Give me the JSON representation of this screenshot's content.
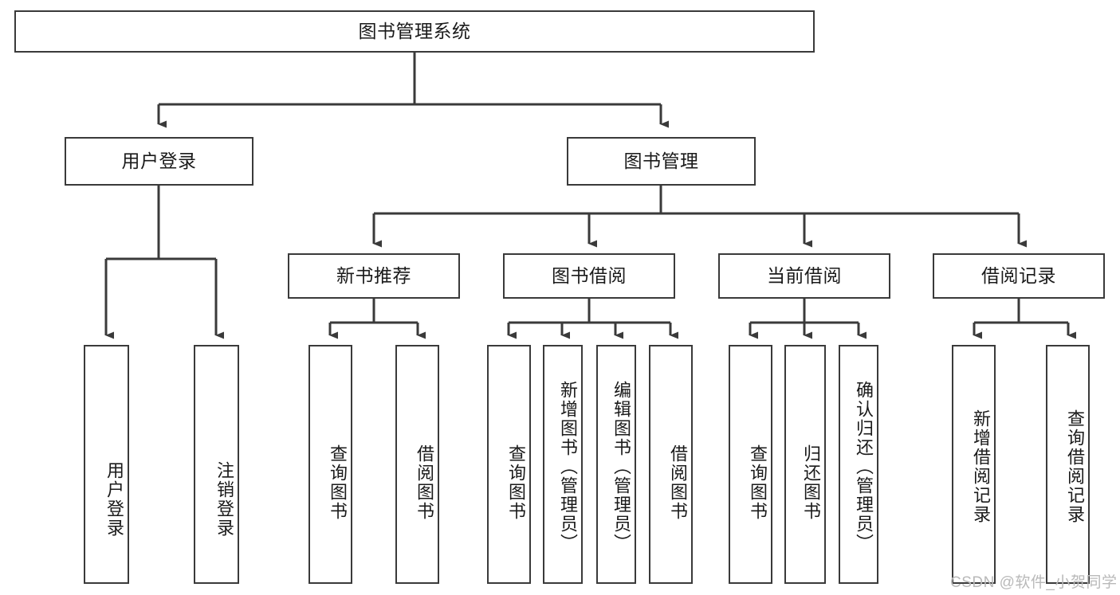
{
  "diagram": {
    "title": "图书管理系统",
    "type": "tree-hierarchy-diagram",
    "background_color": "#ffffff",
    "node_border_color": "#3a3a3a",
    "node_fill_color": "#ffffff",
    "edge_color": "#3a3a3a",
    "text_color": "#1a1a1a"
  },
  "nodes": {
    "root": {
      "label": "图书管理系统",
      "level": 0,
      "orientation": "horizontal"
    },
    "user_login": {
      "label": "用户登录",
      "level": 1,
      "orientation": "horizontal"
    },
    "book_manage": {
      "label": "图书管理",
      "level": 1,
      "orientation": "horizontal"
    },
    "new_book_rec": {
      "label": "新书推荐",
      "level": 2,
      "orientation": "horizontal"
    },
    "book_borrow": {
      "label": "图书借阅",
      "level": 2,
      "orientation": "horizontal"
    },
    "current_borrow": {
      "label": "当前借阅",
      "level": 2,
      "orientation": "horizontal"
    },
    "borrow_record": {
      "label": "借阅记录",
      "level": 2,
      "orientation": "horizontal"
    },
    "leaf_user_login": {
      "label": "用户登录",
      "level": 2,
      "orientation": "vertical"
    },
    "leaf_logout": {
      "label": "注销登录",
      "level": 2,
      "orientation": "vertical"
    },
    "leaf_query_book_1": {
      "label": "查询图书",
      "level": 3,
      "orientation": "vertical"
    },
    "leaf_borrow_book_1": {
      "label": "借阅图书",
      "level": 3,
      "orientation": "vertical"
    },
    "leaf_query_book_2": {
      "label": "查询图书",
      "level": 3,
      "orientation": "vertical"
    },
    "leaf_add_book": {
      "label": "新增图书（管理员）",
      "level": 3,
      "orientation": "vertical"
    },
    "leaf_edit_book": {
      "label": "编辑图书（管理员）",
      "level": 3,
      "orientation": "vertical"
    },
    "leaf_borrow_book_2": {
      "label": "借阅图书",
      "level": 3,
      "orientation": "vertical"
    },
    "leaf_query_book_3": {
      "label": "查询图书",
      "level": 3,
      "orientation": "vertical"
    },
    "leaf_return_book": {
      "label": "归还图书",
      "level": 3,
      "orientation": "vertical"
    },
    "leaf_confirm_return": {
      "label": "确认归还（管理员）",
      "level": 3,
      "orientation": "vertical"
    },
    "leaf_add_record": {
      "label": "新增借阅记录",
      "level": 3,
      "orientation": "vertical"
    },
    "leaf_query_record": {
      "label": "查询借阅记录",
      "level": 3,
      "orientation": "vertical"
    }
  },
  "edges": [
    {
      "from": "root",
      "to": "user_login"
    },
    {
      "from": "root",
      "to": "book_manage"
    },
    {
      "from": "user_login",
      "to": "leaf_user_login"
    },
    {
      "from": "user_login",
      "to": "leaf_logout"
    },
    {
      "from": "book_manage",
      "to": "new_book_rec"
    },
    {
      "from": "book_manage",
      "to": "book_borrow"
    },
    {
      "from": "book_manage",
      "to": "current_borrow"
    },
    {
      "from": "book_manage",
      "to": "borrow_record"
    },
    {
      "from": "new_book_rec",
      "to": "leaf_query_book_1"
    },
    {
      "from": "new_book_rec",
      "to": "leaf_borrow_book_1"
    },
    {
      "from": "book_borrow",
      "to": "leaf_query_book_2"
    },
    {
      "from": "book_borrow",
      "to": "leaf_add_book"
    },
    {
      "from": "book_borrow",
      "to": "leaf_edit_book"
    },
    {
      "from": "book_borrow",
      "to": "leaf_borrow_book_2"
    },
    {
      "from": "current_borrow",
      "to": "leaf_query_book_3"
    },
    {
      "from": "current_borrow",
      "to": "leaf_return_book"
    },
    {
      "from": "current_borrow",
      "to": "leaf_confirm_return"
    },
    {
      "from": "borrow_record",
      "to": "leaf_add_record"
    },
    {
      "from": "borrow_record",
      "to": "leaf_query_record"
    }
  ],
  "watermark": {
    "text": "CSDN @软件_小贺同学",
    "color": "#b9b9b9"
  }
}
